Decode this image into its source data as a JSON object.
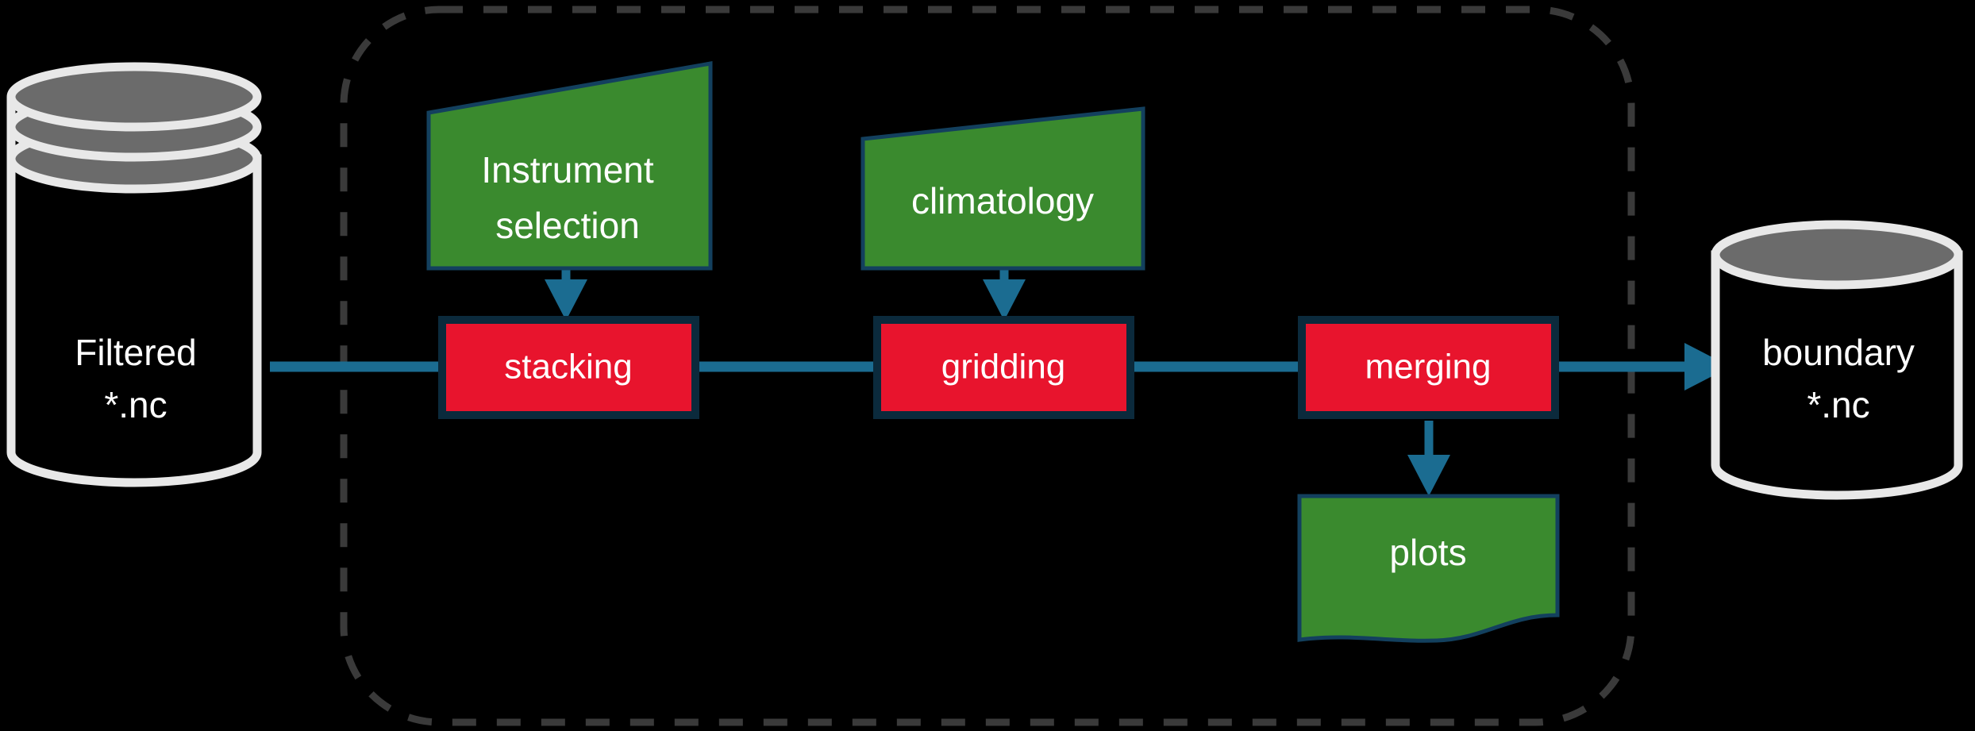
{
  "diagram": {
    "title": "Boundary data processing pipeline",
    "type": "flowchart",
    "background_color": "#000000",
    "colors": {
      "process_fill": "#E8142D",
      "process_stroke": "#0B2A3C",
      "data_fill": "#3A8A2E",
      "data_stroke": "#13405E",
      "cylinder_stroke": "#E8E8E8",
      "cylinder_top_fill": "#6B6B6B",
      "cylinder_body_fill": "#000000",
      "arrow_color": "#1B6C91",
      "container_dash_color": "#3A3A3A",
      "text_color": "#FFFFFF"
    },
    "container": {
      "name": "processing-pipeline-group",
      "style": "dashed rounded rectangle"
    },
    "nodes": [
      {
        "id": "filtered-input",
        "shape": "multi-disk-cylinder",
        "lines": [
          "Filtered",
          "*.nc"
        ],
        "role": "input-datastore"
      },
      {
        "id": "instrument-selection",
        "shape": "slanted-top-quad",
        "lines": [
          "Instrument",
          "selection"
        ],
        "role": "data-source"
      },
      {
        "id": "stacking",
        "shape": "rectangle",
        "lines": [
          "stacking"
        ],
        "role": "process"
      },
      {
        "id": "climatology",
        "shape": "slanted-top-quad",
        "lines": [
          "climatology"
        ],
        "role": "data-source"
      },
      {
        "id": "gridding",
        "shape": "rectangle",
        "lines": [
          "gridding"
        ],
        "role": "process"
      },
      {
        "id": "merging",
        "shape": "rectangle",
        "lines": [
          "merging"
        ],
        "role": "process"
      },
      {
        "id": "plots",
        "shape": "wavy-bottom-document",
        "lines": [
          "plots"
        ],
        "role": "output-document"
      },
      {
        "id": "boundary-output",
        "shape": "cylinder",
        "lines": [
          "boundary",
          "*.nc"
        ],
        "role": "output-datastore"
      }
    ],
    "edges": [
      {
        "from": "filtered-input",
        "to": "stacking",
        "style": "line"
      },
      {
        "from": "instrument-selection",
        "to": "stacking",
        "style": "arrow"
      },
      {
        "from": "stacking",
        "to": "gridding",
        "style": "line"
      },
      {
        "from": "climatology",
        "to": "gridding",
        "style": "arrow"
      },
      {
        "from": "gridding",
        "to": "merging",
        "style": "line"
      },
      {
        "from": "merging",
        "to": "boundary-output",
        "style": "arrow"
      },
      {
        "from": "merging",
        "to": "plots",
        "style": "arrow"
      }
    ]
  },
  "labels": {
    "filtered_line1": "Filtered",
    "filtered_line2": "*.nc",
    "instrument_line1": "Instrument",
    "instrument_line2": "selection",
    "stacking": "stacking",
    "climatology": "climatology",
    "gridding": "gridding",
    "merging": "merging",
    "plots": "plots",
    "boundary_line1": "boundary",
    "boundary_line2": "*.nc"
  }
}
